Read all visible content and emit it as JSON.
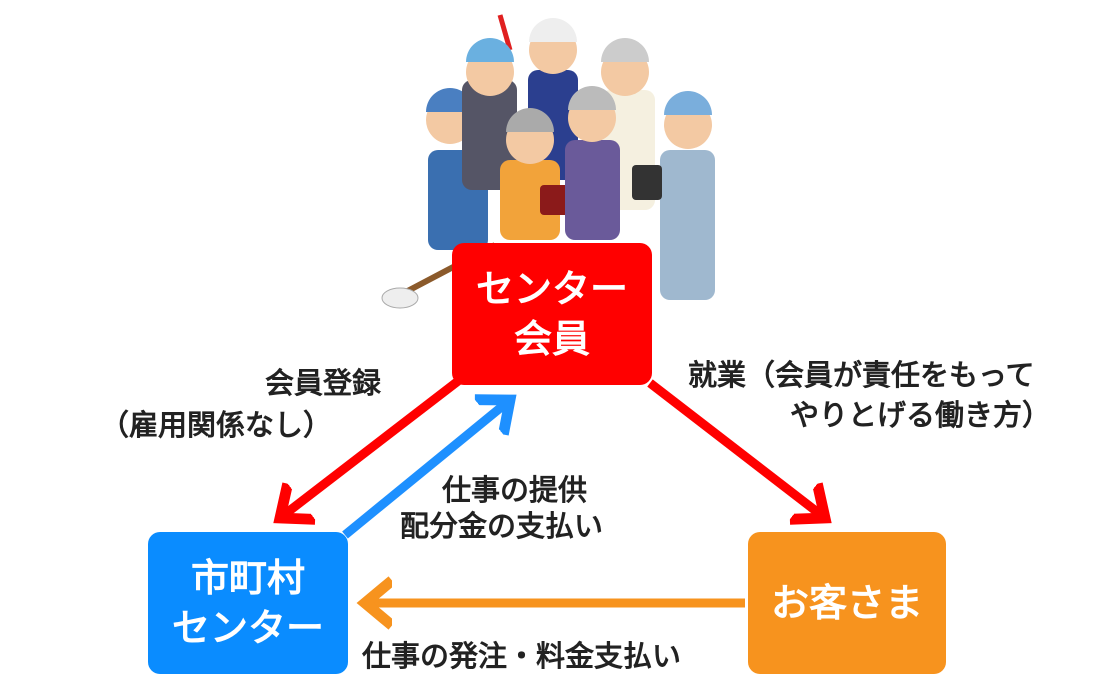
{
  "colors": {
    "member": "#ff0000",
    "center": "#0a8cff",
    "customer": "#f7931e",
    "blue_arrow": "#1e90ff"
  },
  "nodes": {
    "member": {
      "line1": "センター",
      "line2": "会員"
    },
    "center": {
      "line1": "市町村",
      "line2": "センター"
    },
    "customer": {
      "line1": "お客さま"
    }
  },
  "labels": {
    "registration": {
      "line1": "会員登録",
      "line2": "（雇用関係なし）"
    },
    "employment": {
      "line1": "就業（会員が責任をもって",
      "line2": "やりとげる働き方）"
    },
    "provision": {
      "line1": "仕事の提供",
      "line2": "配分金の支払い"
    },
    "order": {
      "line1": "仕事の発注・料金支払い"
    }
  },
  "illustration": "senior-workers-group"
}
